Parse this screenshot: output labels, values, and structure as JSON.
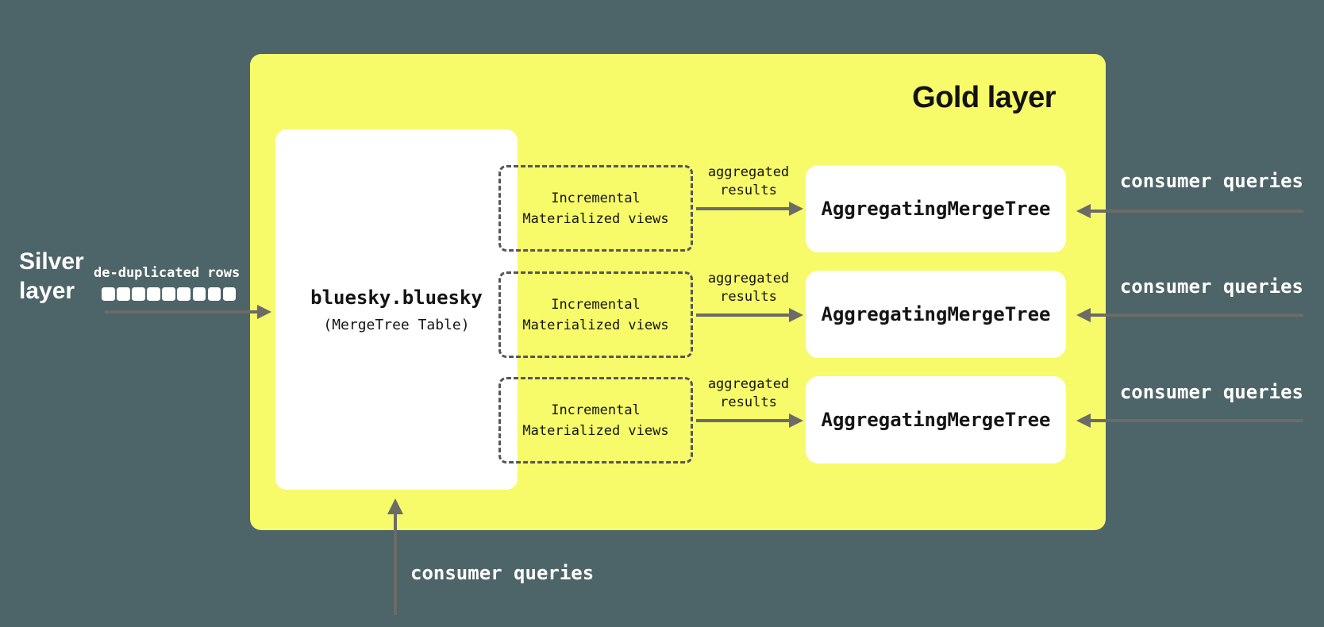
{
  "colors": {
    "background": "#4d6468",
    "gold_panel": "#f7fa69",
    "arrow": "#6b6b68",
    "dashed_border": "#54575a",
    "text_dark": "#141414",
    "text_light": "#ffffff"
  },
  "silver_layer": {
    "title_line1": "Silver",
    "title_line2": "layer",
    "flow_label": "de-duplicated rows",
    "dedup_row_count": 9
  },
  "gold_layer": {
    "title": "Gold layer",
    "main_table": {
      "name": "bluesky.bluesky",
      "subtitle": "(MergeTree Table)"
    }
  },
  "rows": [
    {
      "materialized_view": {
        "line1": "Incremental",
        "line2": "Materialized views"
      },
      "arrow_label": {
        "line1": "aggregated",
        "line2": "results"
      },
      "aggregating_table": "AggregatingMergeTree",
      "consumer_label": "consumer queries"
    },
    {
      "materialized_view": {
        "line1": "Incremental",
        "line2": "Materialized views"
      },
      "arrow_label": {
        "line1": "aggregated",
        "line2": "results"
      },
      "aggregating_table": "AggregatingMergeTree",
      "consumer_label": "consumer queries"
    },
    {
      "materialized_view": {
        "line1": "Incremental",
        "line2": "Materialized views"
      },
      "arrow_label": {
        "line1": "aggregated",
        "line2": "results"
      },
      "aggregating_table": "AggregatingMergeTree",
      "consumer_label": "consumer queries"
    }
  ],
  "bottom": {
    "consumer_label": "consumer queries"
  }
}
